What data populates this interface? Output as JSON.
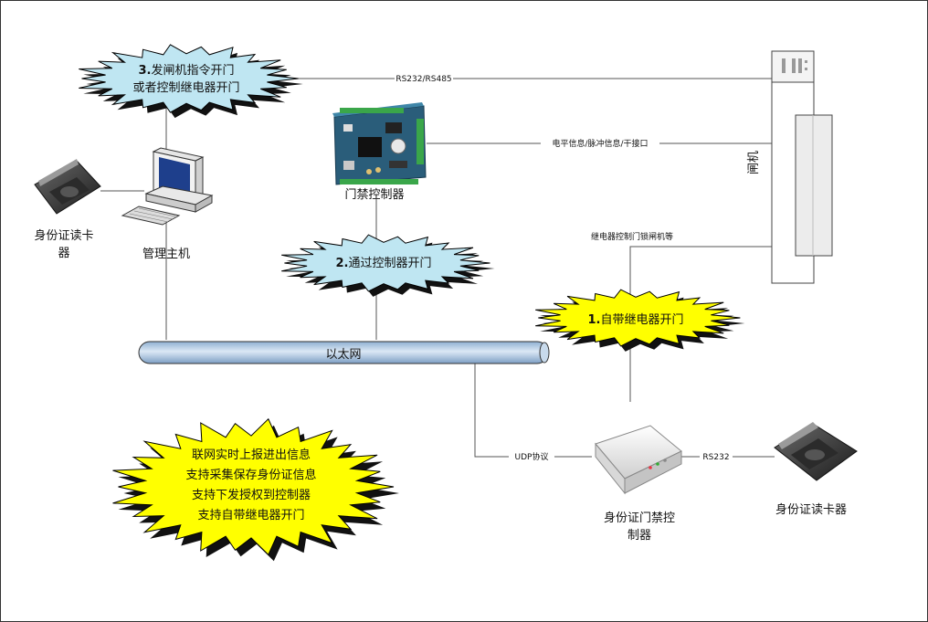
{
  "bursts": {
    "top_left": {
      "num": "3.",
      "line1": "发闸机指令开门",
      "line2": "或者控制继电器开门"
    },
    "middle": {
      "num": "2.",
      "text": "通过控制器开门"
    },
    "right": {
      "num": "1.",
      "text": "自带继电器开门"
    },
    "bottom": {
      "lines": [
        "联网实时上报进出信息",
        "支持采集保存身份证信息",
        "支持下发授权到控制器",
        "支持自带继电器开门"
      ]
    }
  },
  "links": {
    "rs232_rs485": "RS232/RS485",
    "level_signal": "电平信息/脉冲信息/干接口",
    "relay_control": "继电器控制门锁闸机等",
    "udp": "UDP协议",
    "rs232": "RS232"
  },
  "devices": {
    "access_controller": "门禁控制器",
    "host": "管理主机",
    "id_reader_left_line1": "身份证读卡",
    "id_reader_left_line2": "器",
    "id_controller_line1": "身份证门禁控",
    "id_controller_line2": "制器",
    "id_reader_right": "身份证读卡器",
    "gate": "闸机"
  },
  "network": {
    "ethernet": "以太网"
  },
  "colors": {
    "burst_blue": "#bfe6f2",
    "burst_yellow": "#ffff00",
    "pipe_blue": "#a9c7e3",
    "board_blue": "#2a5d7a"
  }
}
